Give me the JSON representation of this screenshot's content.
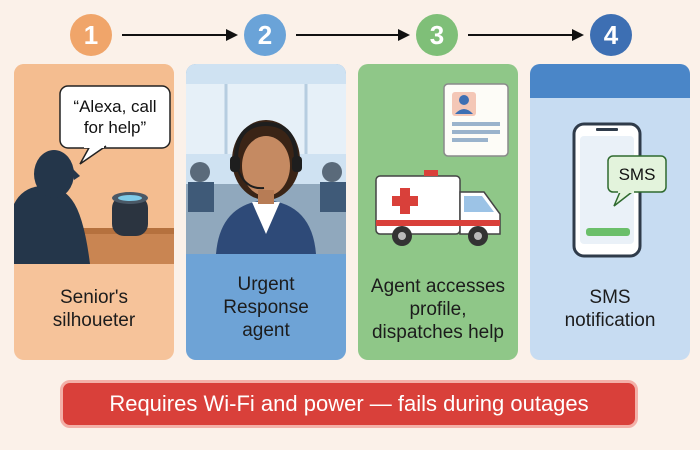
{
  "steps": [
    {
      "number": "1",
      "color": "#f0a56a",
      "caption": "Senior's\nsilhoueter"
    },
    {
      "number": "2",
      "color": "#6aa3d8",
      "caption": "Urgent\nResponse\nagent"
    },
    {
      "number": "3",
      "color": "#7fbf78",
      "caption": "Agent accesses\nprofile,\ndispatches help"
    },
    {
      "number": "4",
      "color": "#3d6fb3",
      "caption": "SMS\nnotification"
    }
  ],
  "speech_bubble": "“Alexa, call\nfor help”",
  "sms_bubble": "SMS",
  "banner": "Requires Wi-Fi and power — fails during outages",
  "colors": {
    "panel1": "#f6c39a",
    "panel2": "#6ea3d6",
    "panel3": "#8fc788",
    "panel4": "#c7dcf2",
    "banner": "#d9403a"
  }
}
